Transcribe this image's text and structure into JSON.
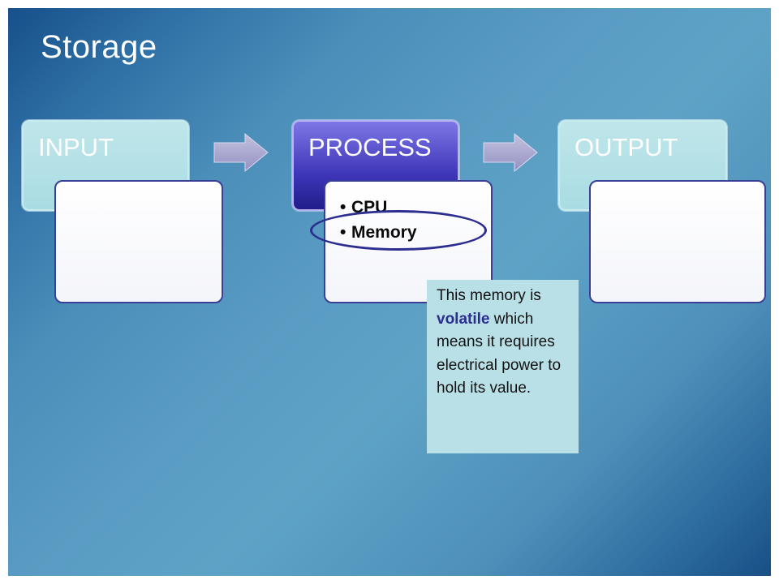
{
  "slide": {
    "title": "Storage",
    "stages": [
      {
        "label": "INPUT",
        "items": []
      },
      {
        "label": "PROCESS",
        "items": [
          "CPU",
          "Memory"
        ]
      },
      {
        "label": "OUTPUT",
        "items": []
      }
    ],
    "bullet_glyph": "•",
    "callout": {
      "text_before": "This memory is ",
      "emphasis": "volatile",
      "text_after": " which means it requires electrical power to hold its value."
    }
  },
  "colors": {
    "background_dark": "#174f8a",
    "background_light": "#5ea3c7",
    "stage_header_light": "#a9dce3",
    "stage_header_active": "#3e36b8",
    "highlight_oval": "#2b2d8f",
    "callout_background": "#b9e0e6"
  }
}
